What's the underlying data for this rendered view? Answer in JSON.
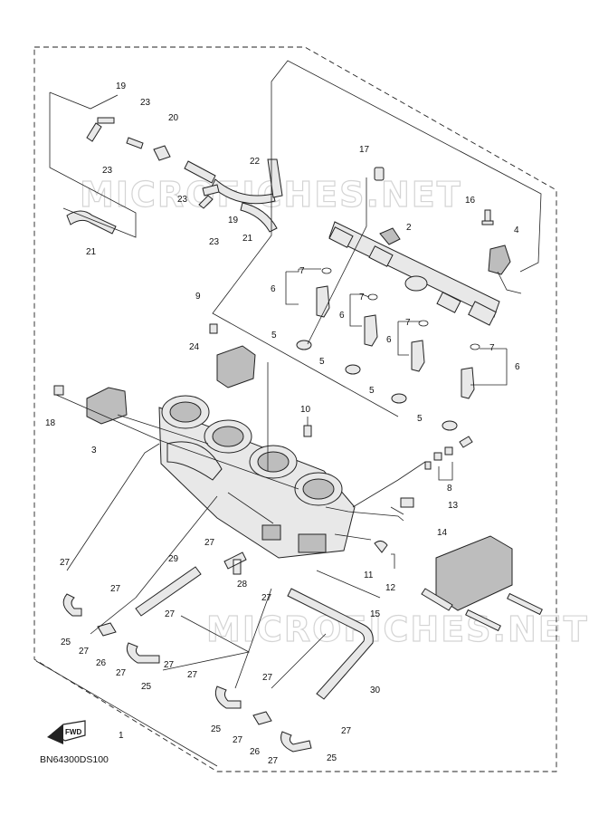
{
  "diagram": {
    "code": "BN64300DS100",
    "fwd_label": "FWD",
    "watermark_text": "MICROFICHES.NET",
    "callouts": {
      "n1": "1",
      "n2": "2",
      "n3": "3",
      "n4": "4",
      "n5a": "5",
      "n5b": "5",
      "n5c": "5",
      "n5d": "5",
      "n6a": "6",
      "n6b": "6",
      "n6c": "6",
      "n6d": "6",
      "n7a": "7",
      "n7b": "7",
      "n7c": "7",
      "n7d": "7",
      "n8": "8",
      "n9": "9",
      "n10": "10",
      "n11": "11",
      "n12": "12",
      "n13": "13",
      "n14": "14",
      "n15": "15",
      "n16": "16",
      "n17": "17",
      "n18": "18",
      "n19a": "19",
      "n19b": "19",
      "n20": "20",
      "n21a": "21",
      "n21b": "21",
      "n22": "22",
      "n23a": "23",
      "n23b": "23",
      "n23c": "23",
      "n23d": "23",
      "n24": "24",
      "n25a": "25",
      "n25b": "25",
      "n25c": "25",
      "n25d": "25",
      "n26a": "26",
      "n26b": "26",
      "n27a": "27",
      "n27b": "27",
      "n27c": "27",
      "n27d": "27",
      "n27e": "27",
      "n27f": "27",
      "n27g": "27",
      "n27h": "27",
      "n27i": "27",
      "n27j": "27",
      "n27k": "27",
      "n27l": "27",
      "n27m": "27",
      "n28": "28",
      "n29": "29",
      "n30": "30"
    }
  }
}
